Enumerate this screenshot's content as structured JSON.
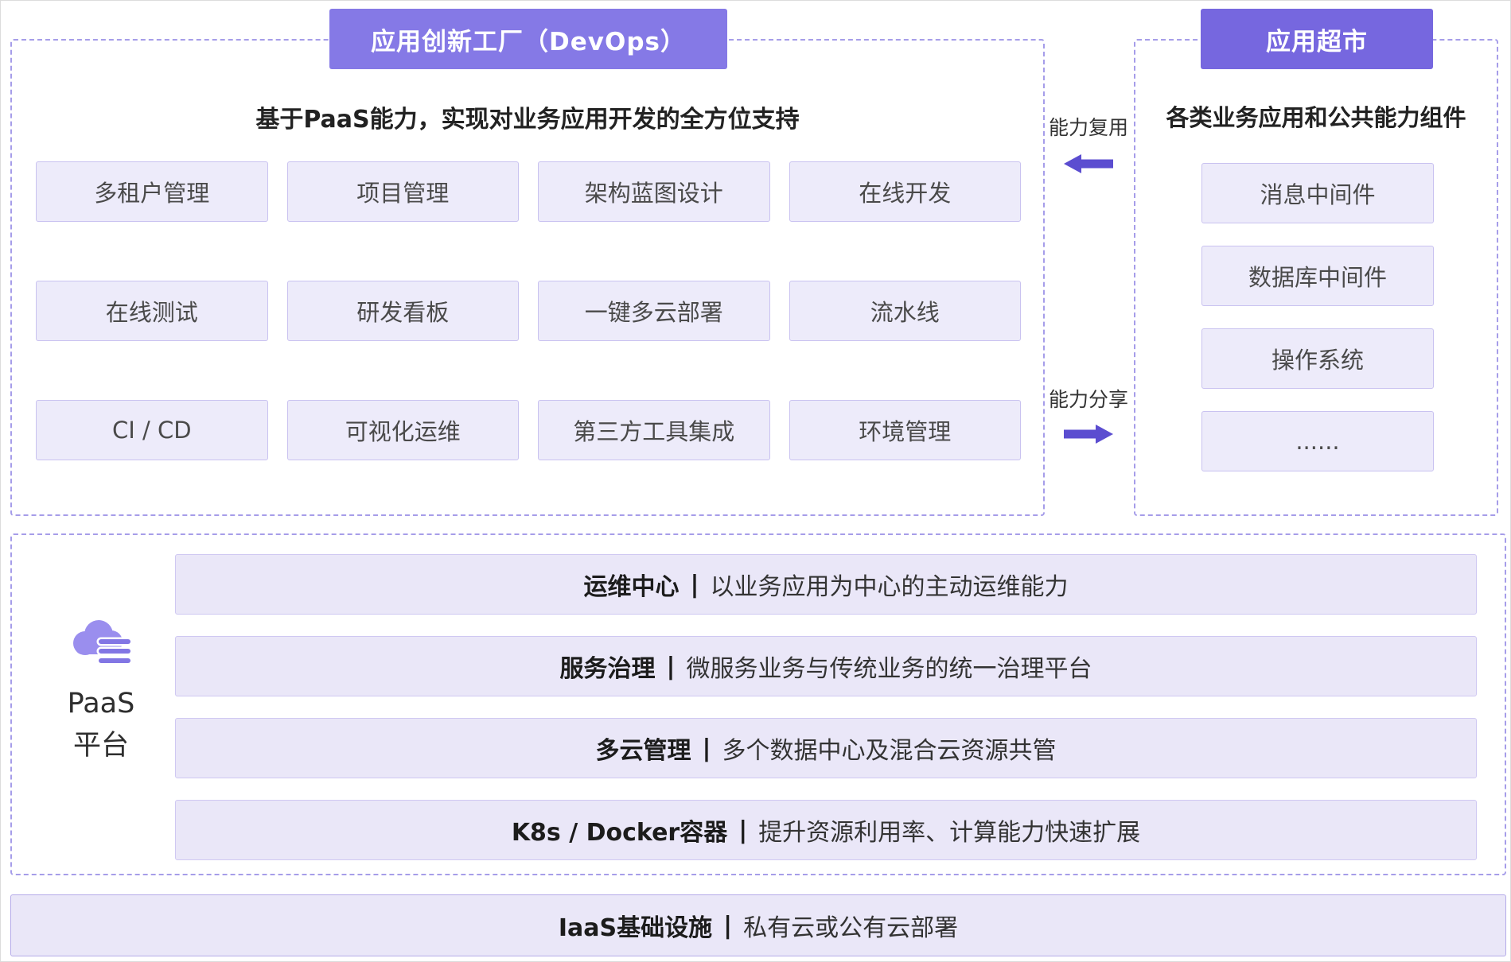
{
  "colors": {
    "devops_badge_bg": "#8579e6",
    "market_badge_bg": "#7667df",
    "dashed_border": "#a69de9",
    "box_bg": "#edebfa",
    "box_border": "#c9c2f0",
    "layer_bar_bg": "#eae7f8",
    "arrow": "#5b4dd0"
  },
  "icons": {
    "paas": "cloud-icon",
    "reuse": "arrow-left-icon",
    "share": "arrow-right-icon"
  },
  "devops": {
    "title": "应用创新工厂（DevOps）",
    "subtitle": "基于PaaS能力，实现对业务应用开发的全方位支持",
    "items": [
      "多租户管理",
      "项目管理",
      "架构蓝图设计",
      "在线开发",
      "在线测试",
      "研发看板",
      "一键多云部署",
      "流水线",
      "CI / CD",
      "可视化运维",
      "第三方工具集成",
      "环境管理"
    ]
  },
  "market": {
    "title": "应用超市",
    "subtitle": "各类业务应用和公共能力组件",
    "items": [
      "消息中间件",
      "数据库中间件",
      "操作系统",
      "......"
    ]
  },
  "flows": {
    "reuse": "能力复用",
    "share": "能力分享"
  },
  "paas": {
    "label_line1": "PaaS",
    "label_line2": "平台",
    "rows": [
      {
        "title": "运维中心",
        "sep": "|",
        "desc": "以业务应用为中心的主动运维能力"
      },
      {
        "title": "服务治理",
        "sep": "|",
        "desc": "微服务业务与传统业务的统一治理平台"
      },
      {
        "title": "多云管理",
        "sep": "|",
        "desc": "多个数据中心及混合云资源共管"
      },
      {
        "title": "K8s / Docker容器",
        "sep": "|",
        "desc": "提升资源利用率、计算能力快速扩展"
      }
    ]
  },
  "iaas": {
    "title": "IaaS基础设施",
    "sep": "|",
    "desc": "私有云或公有云部署"
  }
}
